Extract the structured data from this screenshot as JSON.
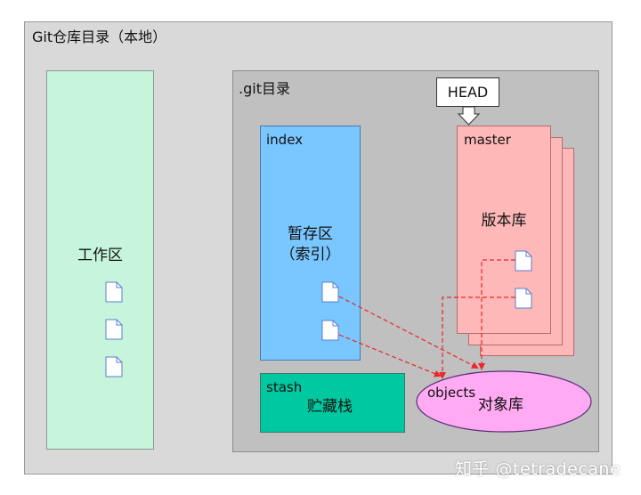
{
  "outer_title": "Git仓库目录（本地）",
  "workspace_label": "工作区",
  "gitdir_title": ".git目录",
  "index_title": "index",
  "index_label_line1": "暂存区",
  "index_label_line2": "（索引）",
  "stash_title": "stash",
  "stash_label": "贮藏栈",
  "head_label": "HEAD",
  "master_title": "master",
  "repo_label": "版本库",
  "objects_label": "objects",
  "objects_cn_label": "对象库",
  "watermark": "知乎 @tetradecane",
  "colors": {
    "workspace": "#c6f5dc",
    "index": "#7ac6ff",
    "stash": "#00c8a0",
    "repo": "#ffb8b8",
    "objects": "#ffaaf2",
    "arrow": "#e8282a",
    "file_icon": "#5a7fd0"
  }
}
